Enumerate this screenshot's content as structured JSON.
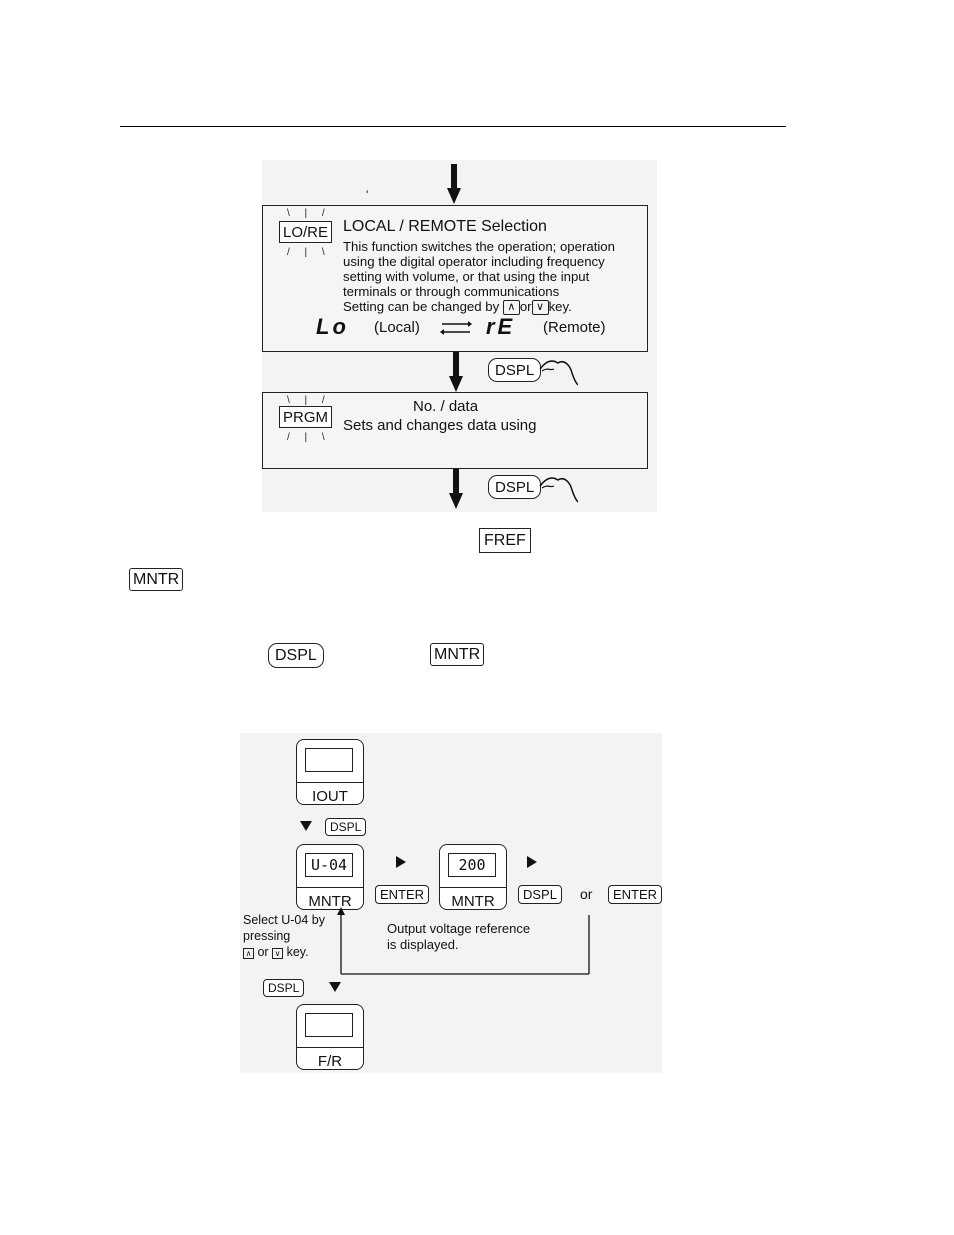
{
  "figure1": {
    "stray_mark": "'",
    "lore": {
      "key": "LO/RE",
      "title": "LOCAL / REMOTE Selection",
      "desc_lines": [
        "This function switches the operation; operation",
        "using the digital operator including frequency",
        "setting with volume, or that using the input",
        "terminals or through communications"
      ],
      "change_prefix": "Setting can be changed by",
      "change_or": "or",
      "change_suffix": "key.",
      "local_seg": "Lo",
      "local_label": "(Local)",
      "remote_seg": "rE",
      "remote_label": "(Remote)"
    },
    "dspl_key": "DSPL",
    "prgm": {
      "key": "PRGM",
      "line1": "No. / data",
      "line2": "Sets and changes data using"
    }
  },
  "keys": {
    "fref": "FREF",
    "mntr": "MNTR",
    "dspl": "DSPL",
    "enter": "ENTER"
  },
  "figure2": {
    "iout_label": "IOUT",
    "mntr_label": "MNTR",
    "mntr_display": "U-04",
    "value_display": "200",
    "or_text": "or",
    "select_text": [
      "Select U-04 by",
      "pressing"
    ],
    "select_key_or": "or",
    "select_key_suffix": "key.",
    "output_text": [
      "Output voltage reference",
      "is displayed."
    ],
    "fr_label": "F/R"
  }
}
